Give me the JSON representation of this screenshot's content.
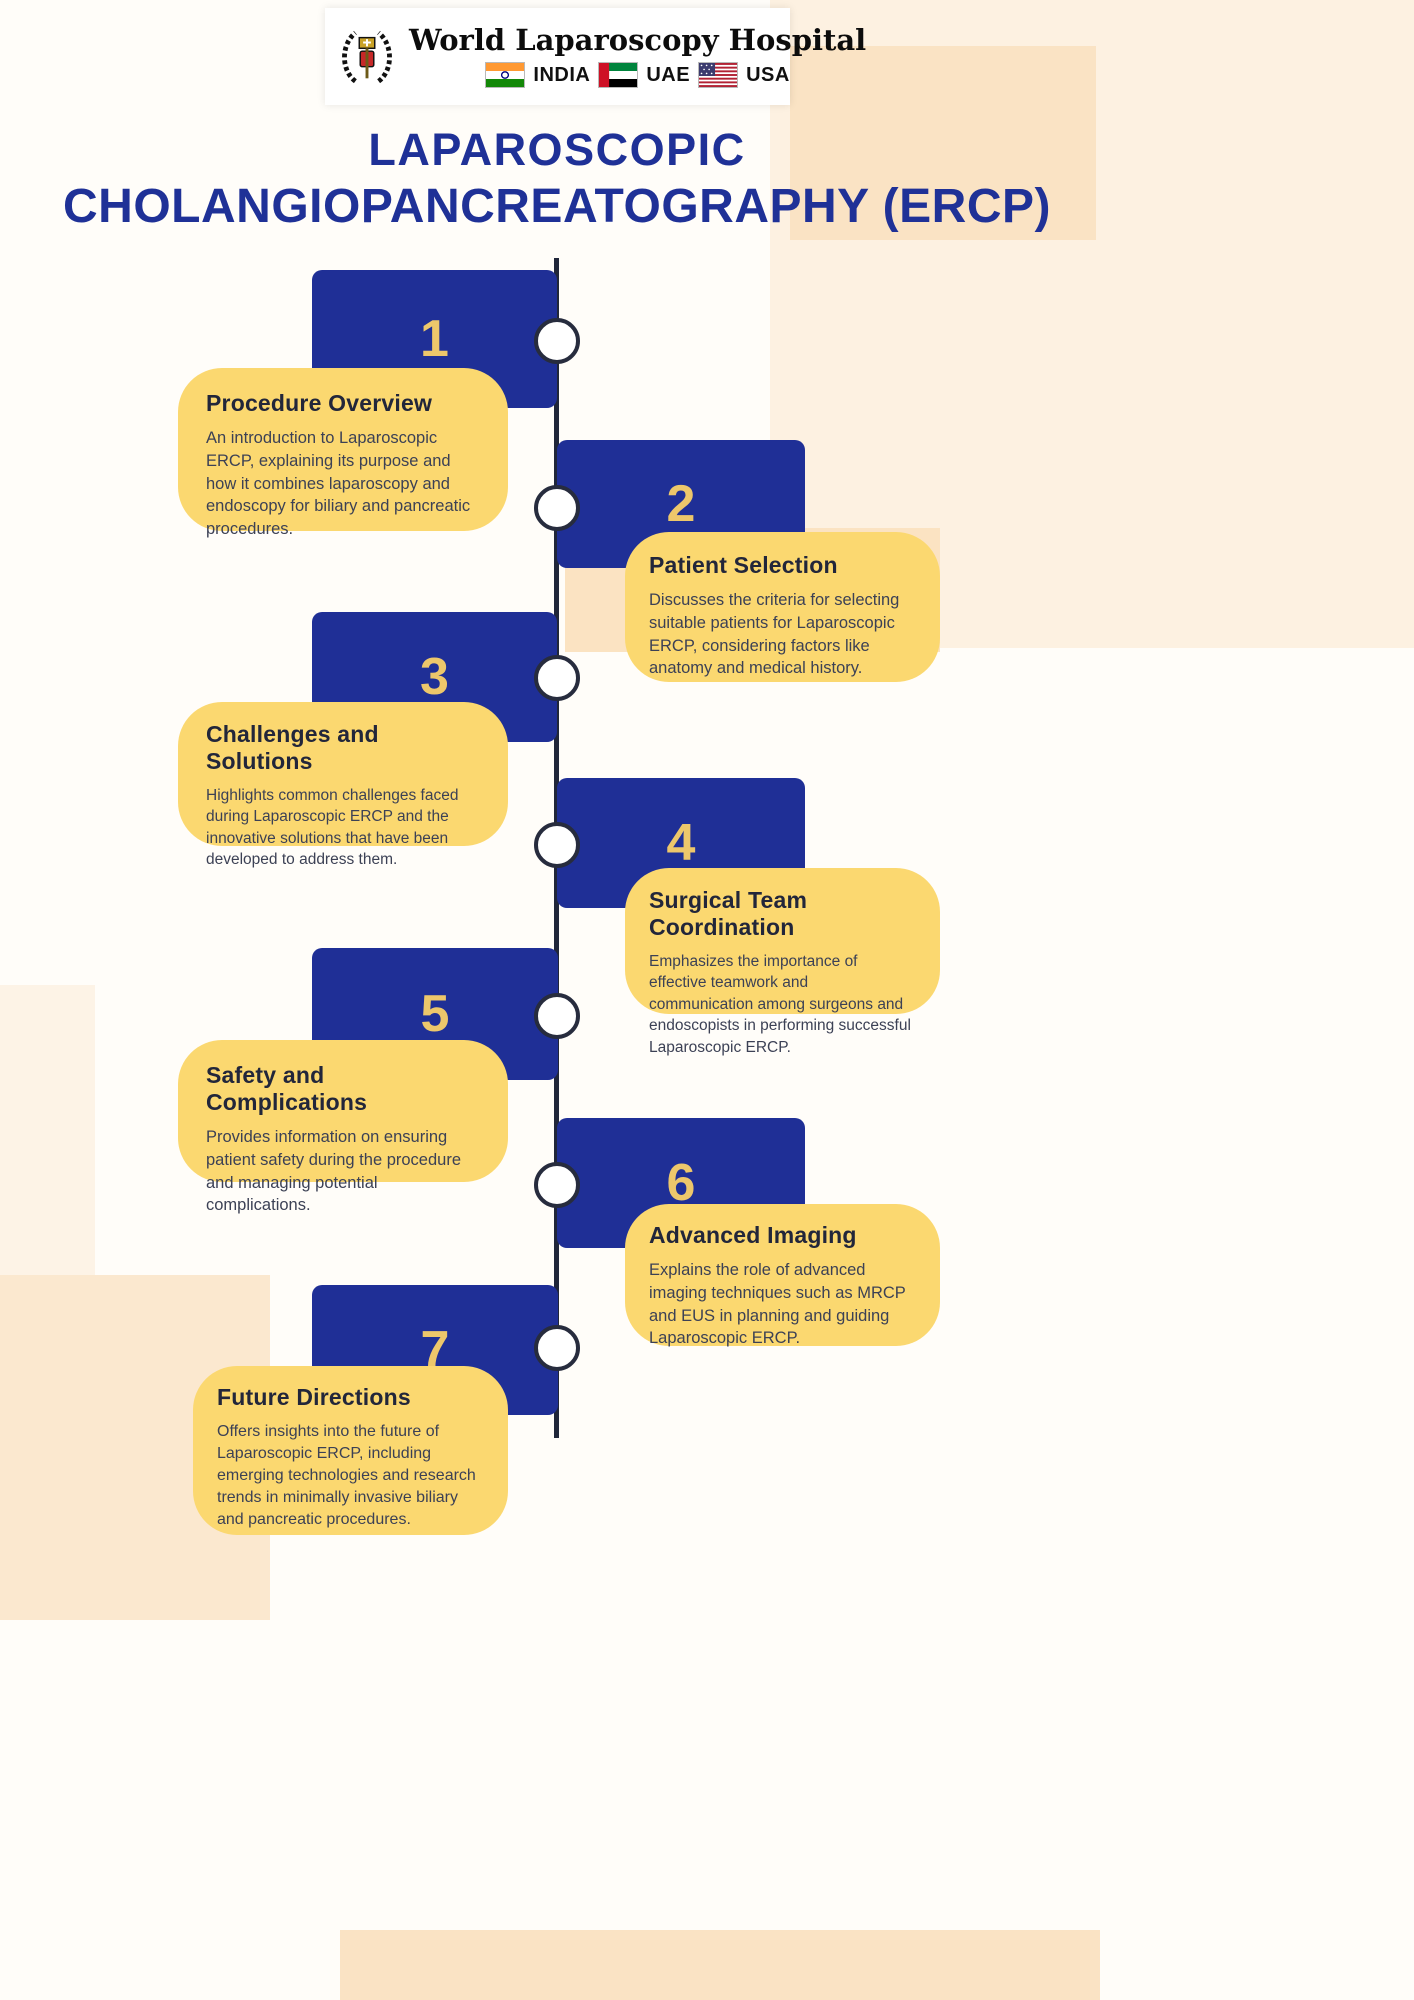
{
  "header": {
    "hospital_name": "World Laparoscopy Hospital",
    "countries": [
      {
        "label": "INDIA"
      },
      {
        "label": "UAE"
      },
      {
        "label": "USA"
      }
    ]
  },
  "title": {
    "line1": "LAPAROSCOPIC",
    "line2": "CHOLANGIOPANCREATOGRAPHY (ERCP)"
  },
  "steps": [
    {
      "number": "1",
      "heading": "Procedure Overview",
      "description": "An introduction to Laparoscopic ERCP, explaining its purpose and how it combines laparoscopy and endoscopy for biliary and pancreatic procedures."
    },
    {
      "number": "2",
      "heading": "Patient Selection",
      "description": "Discusses the criteria for selecting suitable patients for Laparoscopic ERCP, considering factors like anatomy and medical history."
    },
    {
      "number": "3",
      "heading": "Challenges and Solutions",
      "description": "Highlights common challenges faced during Laparoscopic ERCP and the innovative solutions that have been developed to address them."
    },
    {
      "number": "4",
      "heading": "Surgical Team Coordination",
      "description": "Emphasizes the importance of effective teamwork and communication among surgeons and endoscopists in performing successful Laparoscopic ERCP."
    },
    {
      "number": "5",
      "heading": "Safety and Complications",
      "description": "Provides information on ensuring patient safety during the procedure and managing potential complications."
    },
    {
      "number": "6",
      "heading": "Advanced Imaging",
      "description": "Explains the role of advanced imaging techniques such as MRCP and EUS in planning and guiding Laparoscopic ERCP."
    },
    {
      "number": "7",
      "heading": "Future Directions",
      "description": "Offers insights into the future of Laparoscopic ERCP, including emerging technologies and research trends in minimally invasive biliary and pancreatic procedures."
    }
  ],
  "palette": {
    "primary_blue": "#1f2f96",
    "title_blue": "#1f3197",
    "accent_yellow": "#fbd870",
    "number_gold": "#edc76b",
    "timeline_dark": "#20263a",
    "background_cream": "#fdf1e1",
    "background_peach": "#fae3c4"
  }
}
